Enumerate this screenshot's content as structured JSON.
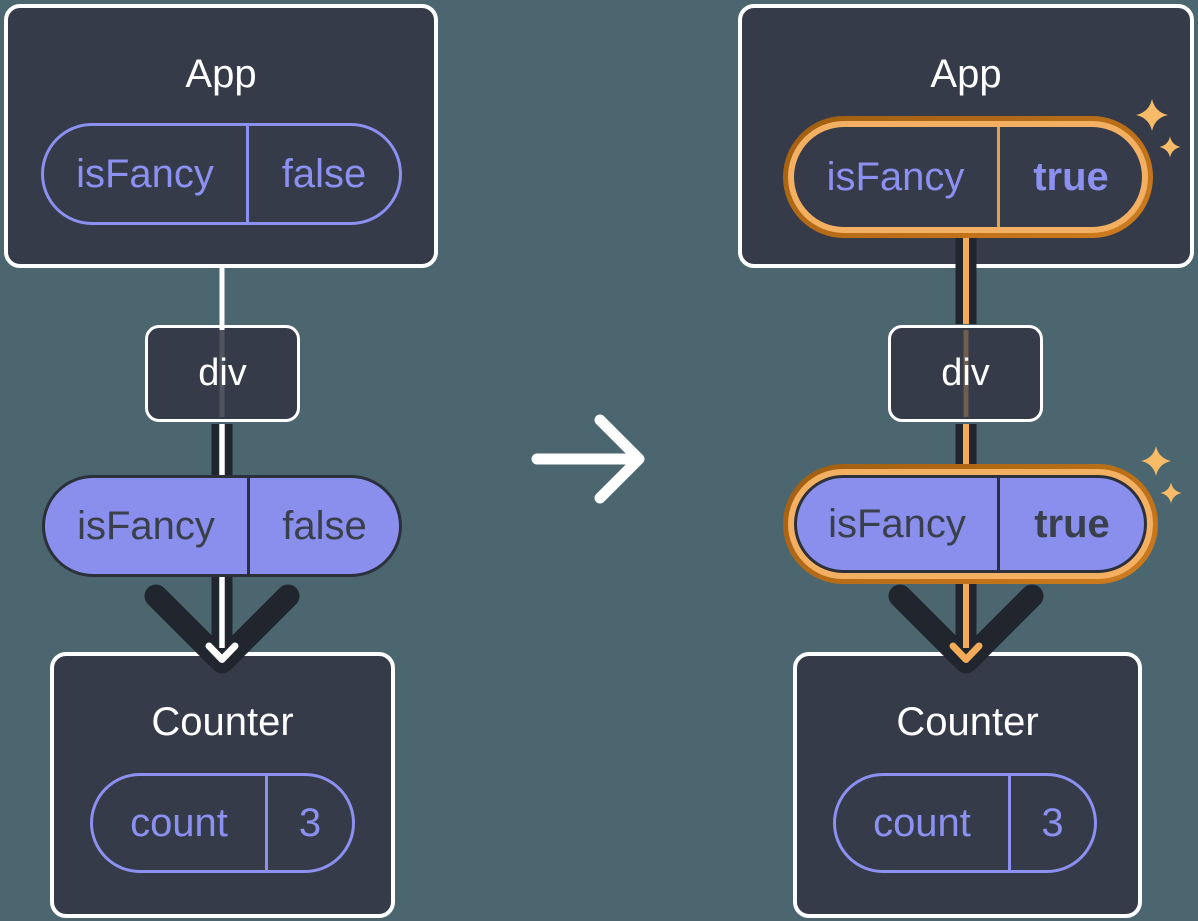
{
  "colors": {
    "bg": "#4b666e",
    "card": "#353b48",
    "purple": "#8b90f1",
    "purple-fill": "#8a8fee",
    "pill-dark-text": "#3a404b",
    "pill-dark-border": "#2b303a",
    "arrow-casing": "#21252e",
    "orange-core": "#f3ab58",
    "orange-ring-inner": "#f4b062",
    "amber-divider": "#e7a14e",
    "sparkle": "#f8bb67",
    "white": "#ffffff"
  },
  "icons": {
    "transition_arrow": "→",
    "sparkle": "✦"
  },
  "before": {
    "app": {
      "title": "App",
      "prop_name": "isFancy",
      "prop_value": "false"
    },
    "div": {
      "label": "div"
    },
    "passed_prop": {
      "name": "isFancy",
      "value": "false"
    },
    "counter": {
      "title": "Counter",
      "state_name": "count",
      "state_value": "3"
    }
  },
  "after": {
    "app": {
      "title": "App",
      "prop_name": "isFancy",
      "prop_value": "true"
    },
    "div": {
      "label": "div"
    },
    "passed_prop": {
      "name": "isFancy",
      "value": "true"
    },
    "counter": {
      "title": "Counter",
      "state_name": "count",
      "state_value": "3"
    }
  }
}
